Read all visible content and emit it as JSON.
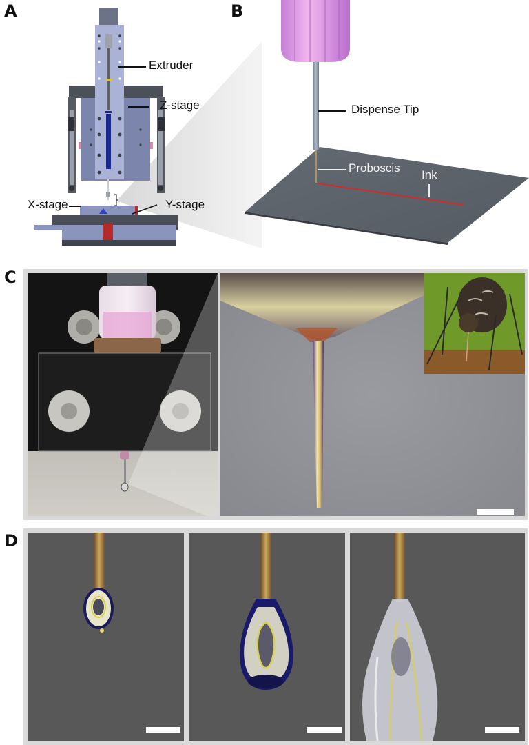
{
  "figure": {
    "panels": [
      {
        "id": "A",
        "letter": "A",
        "description": "CAD rendering of 3D printer with extruder and XYZ stages",
        "labels": {
          "extruder": "Extruder",
          "z_stage": "Z-stage",
          "x_stage": "X-stage",
          "y_stage": "Y-stage"
        }
      },
      {
        "id": "B",
        "letter": "B",
        "description": "Rendering of dispense tip with proboscis printing ink line on substrate",
        "labels": {
          "dispense_tip": "Dispense Tip",
          "proboscis": "Proboscis",
          "ink": "Ink"
        }
      },
      {
        "id": "C",
        "letter": "C",
        "description": "Photographs: printer head with droplet (left), magnified proboscis on dispense tip (right), mosquito inset",
        "inset": "mosquito feeding",
        "scale_bar": true
      },
      {
        "id": "D",
        "letter": "D",
        "description": "Time series of droplet extrusion from proboscis tip",
        "frames": [
          {
            "index": 1,
            "stage": "small droplet",
            "scale_bar": true
          },
          {
            "index": 2,
            "stage": "growing droplet",
            "scale_bar": true
          },
          {
            "index": 3,
            "stage": "elongated stream",
            "scale_bar": true
          }
        ]
      }
    ],
    "colors": {
      "frame_gray": "#d9d9d9",
      "substrate": "#5d636b",
      "ink_red": "#d42a2a",
      "syringe_pink": "#e39be8",
      "stage_blue": "#8c98c4",
      "photo_bg_dark": "#575757",
      "photo_bg_light": "#8a8b90"
    }
  }
}
